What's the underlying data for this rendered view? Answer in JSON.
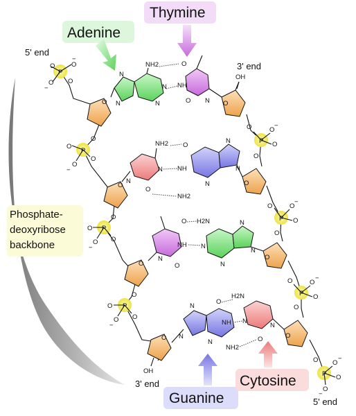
{
  "labels": {
    "adenine": "Adenine",
    "thymine": "Thymine",
    "guanine": "Guanine",
    "cytosine": "Cytosine",
    "backbone": [
      "Phosphate-",
      "deoxyribose",
      "backbone"
    ],
    "five_prime_top": "5' end",
    "three_prime_top": "3' end",
    "three_prime_bottom": "3' end",
    "five_prime_bottom": "5' end"
  },
  "atoms": {
    "N": "N",
    "O": "O",
    "P": "P",
    "OH": "OH",
    "NH": "NH",
    "NH2": "NH2",
    "H2N": "H2N",
    "minus": "−"
  },
  "colors": {
    "adenine": "#6ee06e",
    "thymine": "#d77ae6",
    "guanine": "#8888ee",
    "cytosine": "#f08a8a",
    "sugar": "#f5b46a",
    "phosphate": "#f4ee55",
    "backbone_band": "#9a9a9a",
    "guanine_label_bg": "#dcdcfb",
    "cytosine_label_bg": "#fbdcdc",
    "adenine_label_bg": "#dcf7dc",
    "thymine_label_bg": "#f2dcf7",
    "backbone_label_bg": "#fbfbd8"
  }
}
